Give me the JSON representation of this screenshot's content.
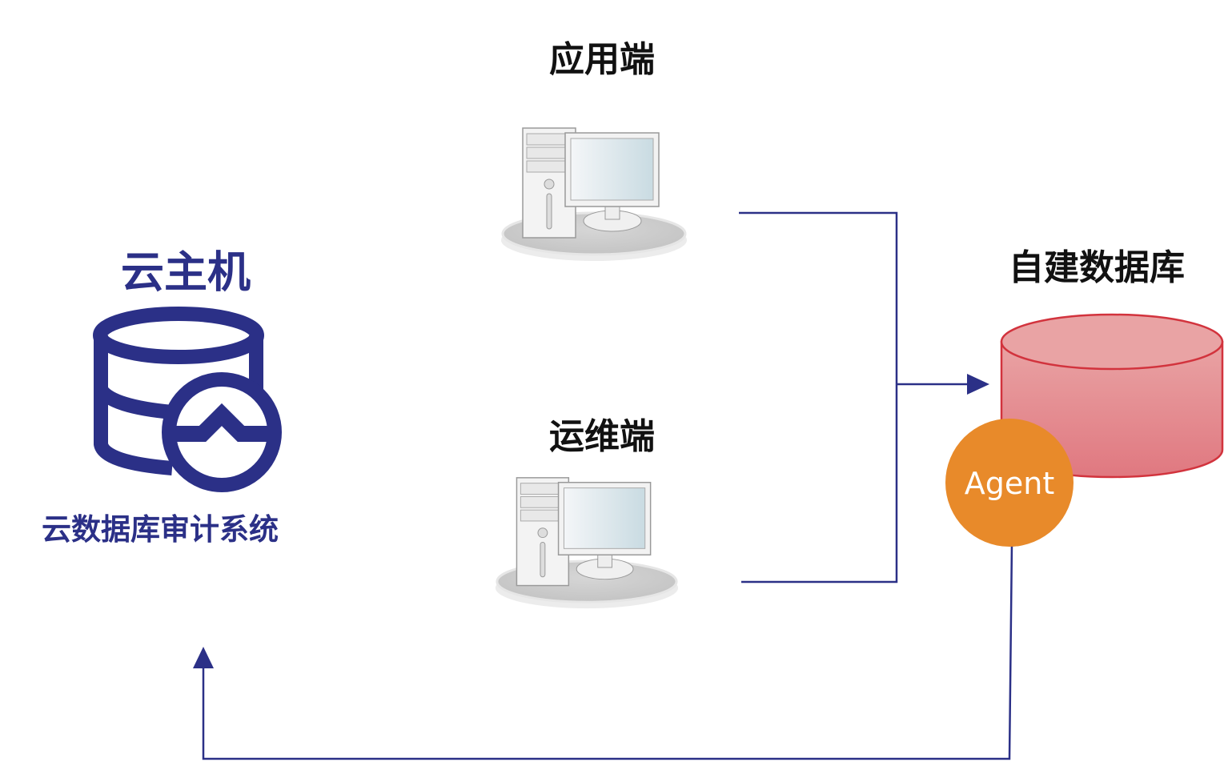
{
  "labels": {
    "app_client": "应用端",
    "ops_client": "运维端",
    "cloud_host": "云主机",
    "audit_system": "云数据库审计系统",
    "self_built_db": "自建数据库",
    "agent": "Agent"
  },
  "colors": {
    "line": "#2b3087",
    "agent": "#e88a2a",
    "db_fill_top": "#e9a3a4",
    "db_fill_bottom": "#e07880",
    "db_stroke": "#d2333d"
  }
}
